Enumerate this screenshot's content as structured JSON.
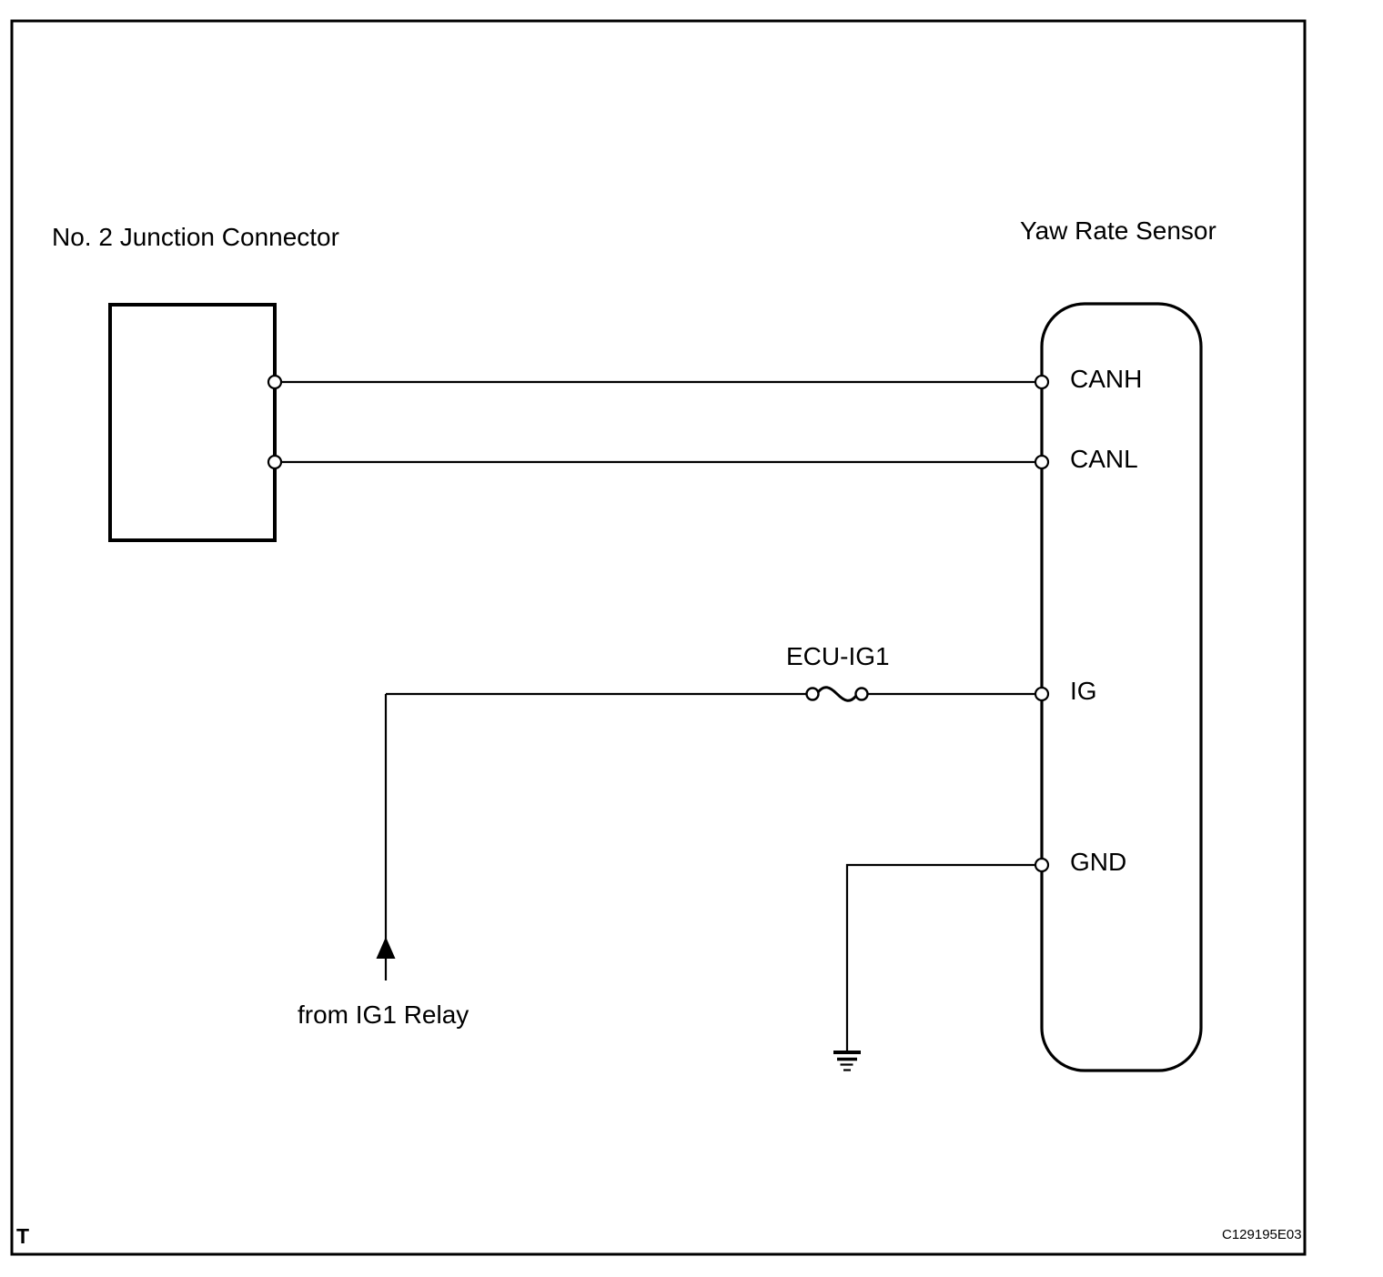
{
  "page": {
    "background": "#ffffff",
    "ink": "#000000",
    "page_letter": "T",
    "figure_code": "C129195E03"
  },
  "junction_connector": {
    "label": "No. 2 Junction Connector"
  },
  "yaw_rate_sensor": {
    "label": "Yaw Rate Sensor",
    "pins": {
      "canh": "CANH",
      "canl": "CANL",
      "ig": "IG",
      "gnd": "GND"
    }
  },
  "fuse": {
    "label": "ECU-IG1"
  },
  "power_feed": {
    "label": "from IG1 Relay"
  },
  "icons": {
    "fuse": "fuse-icon",
    "ground": "ground-icon",
    "arrow_up": "arrow-up-icon",
    "pin_terminal": "pin-terminal-icon"
  }
}
